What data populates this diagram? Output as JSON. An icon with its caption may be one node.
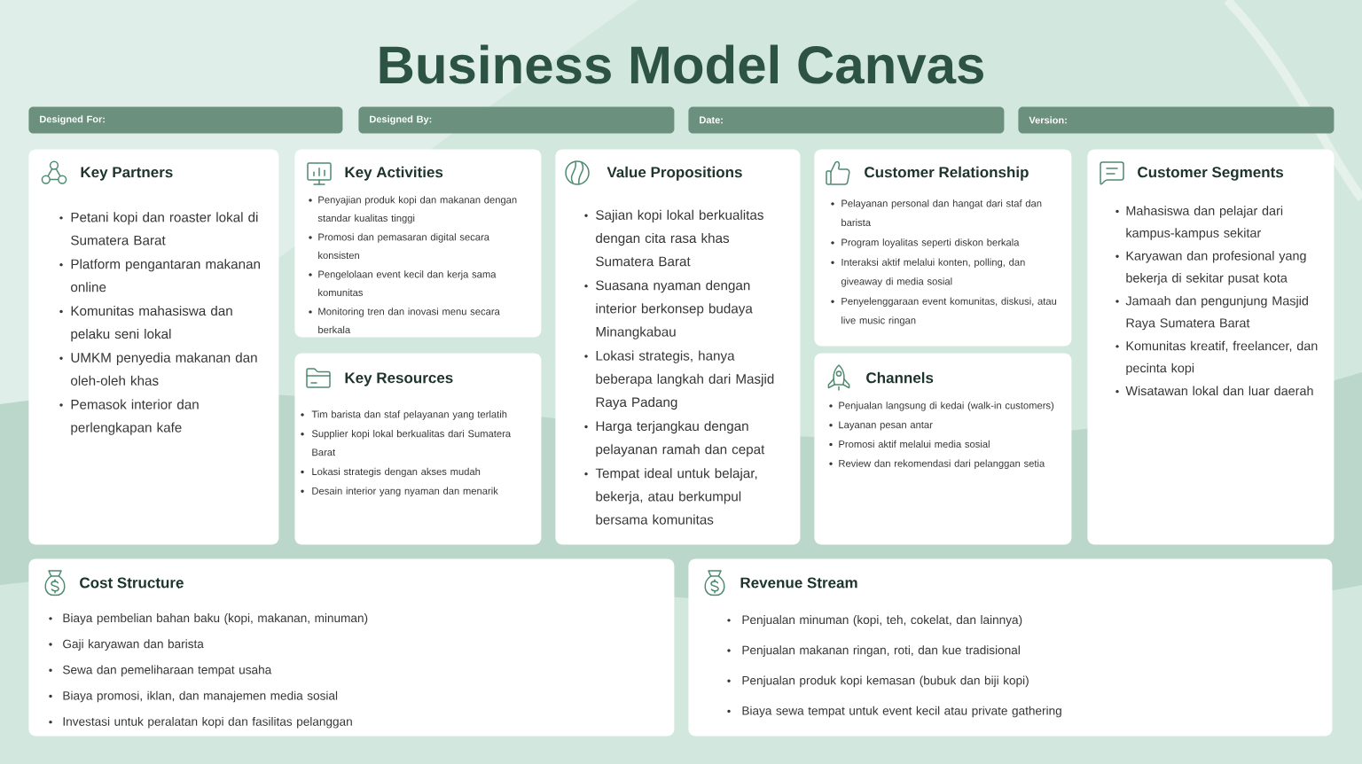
{
  "diagram": {
    "title": "Business Model Canvas",
    "nodes": [
      {
        "text": [
          "Designed For:"
        ]
      },
      {
        "text": [
          "Designed By:"
        ]
      },
      {
        "text": [
          "Date:"
        ]
      },
      {
        "text": [
          "Version:"
        ]
      },
      {
        "text": [
          "Key Partners",
          "Petani kopi dan roaster lokal di Sumatera Barat",
          "Platform pengantaran makanan online",
          "Komunitas mahasiswa dan pelaku seni lokal",
          "UMKM penyedia makanan dan oleh-oleh khas",
          "Pemasok interior dan perlengkapan kafe"
        ]
      },
      {
        "text": [
          "Key Activities",
          "Penyajian produk kopi dan makanan dengan standar kualitas tinggi",
          "Promosi dan pemasaran digital secara konsisten",
          "Pengelolaan event kecil dan kerja sama komunitas",
          "Monitoring tren dan inovasi menu secara berkala"
        ]
      },
      {
        "text": [
          "Key Resources",
          "Tim barista dan staf pelayanan yang terlatih",
          "Supplier kopi lokal berkualitas dari Sumatera Barat",
          "Lokasi strategis dengan akses mudah",
          "Desain interior yang nyaman dan menarik"
        ]
      },
      {
        "text": [
          "Value Propositions",
          "Sajian kopi lokal berkualitas dengan cita rasa khas Sumatera Barat",
          "Suasana nyaman dengan interior berkonsep budaya Minangkabau",
          "Lokasi strategis, hanya beberapa langkah dari Masjid Raya Padang",
          "Harga terjangkau dengan pelayanan ramah dan cepat",
          "Tempat ideal untuk belajar, bekerja, atau berkumpul bersama komunitas"
        ]
      },
      {
        "text": [
          "Customer Relationship",
          "Pelayanan personal dan hangat dari staf dan barista",
          "Program loyalitas seperti diskon berkala",
          "Interaksi aktif melalui konten, polling, dan giveaway di media sosial",
          "Penyelenggaraan event komunitas, diskusi, atau live music ringan"
        ]
      },
      {
        "text": [
          "Channels",
          "Penjualan langsung di kedai (walk-in customers)",
          "Layanan pesan antar",
          "Promosi aktif melalui media sosial",
          "Review dan rekomendasi dari pelanggan setia"
        ]
      },
      {
        "text": [
          "Customer Segments",
          "Mahasiswa dan pelajar dari kampus-kampus sekitar",
          "Karyawan dan profesional yang bekerja di sekitar pusat kota",
          "Jamaah dan pengunjung Masjid Raya Sumatera Barat",
          "Komunitas kreatif, freelancer, dan pecinta kopi",
          "Wisatawan lokal dan luar daerah"
        ]
      },
      {
        "text": [
          "Cost Structure",
          "Biaya pembelian bahan baku (kopi, makanan, minuman)",
          "Gaji karyawan dan barista",
          "Sewa dan pemeliharaan tempat usaha",
          "Biaya promosi, iklan, dan manajemen media sosial",
          "Investasi untuk peralatan kopi dan fasilitas pelanggan"
        ]
      },
      {
        "text": [
          "Revenue Stream",
          "Penjualan minuman (kopi, teh, cokelat, dan lainnya)",
          "Penjualan makanan ringan, roti, dan kue tradisional",
          "Penjualan produk kopi kemasan (bubuk dan biji kopi)",
          "Biaya sewa tempat untuk event kecil atau private gathering"
        ]
      }
    ]
  }
}
